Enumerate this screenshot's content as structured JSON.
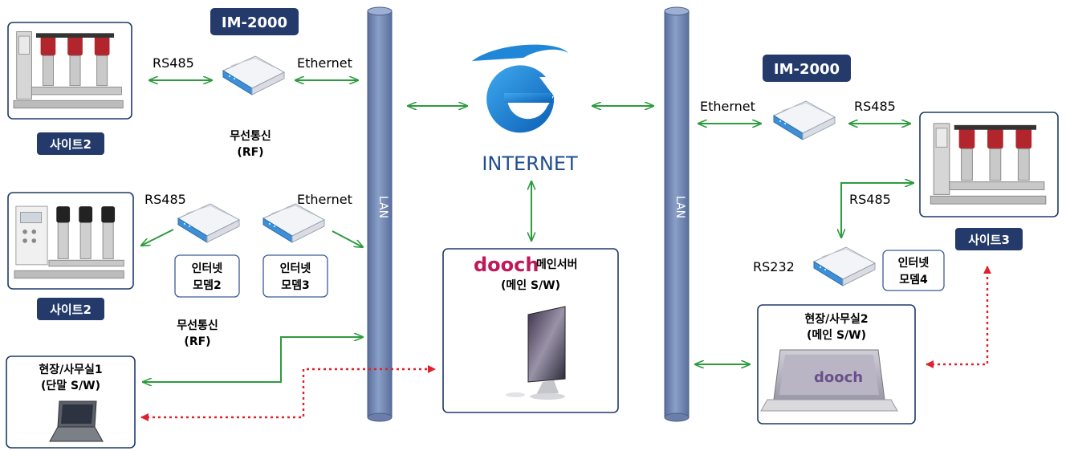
{
  "badges": {
    "im_left": "IM-2000",
    "im_right": "IM-2000"
  },
  "sites": {
    "site2_top": "사이트2",
    "site2_bottom": "사이트2",
    "site3": "사이트3"
  },
  "protocols": {
    "rs485_top_left": "RS485",
    "ethernet_top_left": "Ethernet",
    "rs485_mid_left": "RS485",
    "ethernet_mid_left": "Ethernet",
    "ethernet_right": "Ethernet",
    "rs485_right_top": "RS485",
    "rs485_right_mid": "RS485",
    "rs232_right": "RS232"
  },
  "wireless": {
    "top_line1": "무선통신",
    "top_line2": "(RF)",
    "bottom_line1": "무선통신",
    "bottom_line2": "(RF)"
  },
  "modems": {
    "modem2_line1": "인터넷",
    "modem2_line2": "모뎀2",
    "modem3_line1": "인터넷",
    "modem3_line2": "모뎀3",
    "modem4_line1": "인터넷",
    "modem4_line2": "모뎀4"
  },
  "lan": {
    "left": "LAN",
    "right": "LAN"
  },
  "internet": {
    "label": "INTERNET"
  },
  "main_server": {
    "brand": "dooch",
    "title": "메인서버",
    "subtitle": "(메인 S/W)"
  },
  "office1": {
    "line1": "현장/사무실1",
    "line2": "(단말 S/W)"
  },
  "office2": {
    "line1": "현장/사무실2",
    "line2": "(메인 S/W)",
    "screen_brand": "dooch"
  },
  "colors": {
    "dark_navy": "#233a6a",
    "lan_pipe": "#6f86b3",
    "green_arrow": "#2e9b3e",
    "red_arrow": "#e0212b",
    "brand_accent": "#c0185a"
  }
}
